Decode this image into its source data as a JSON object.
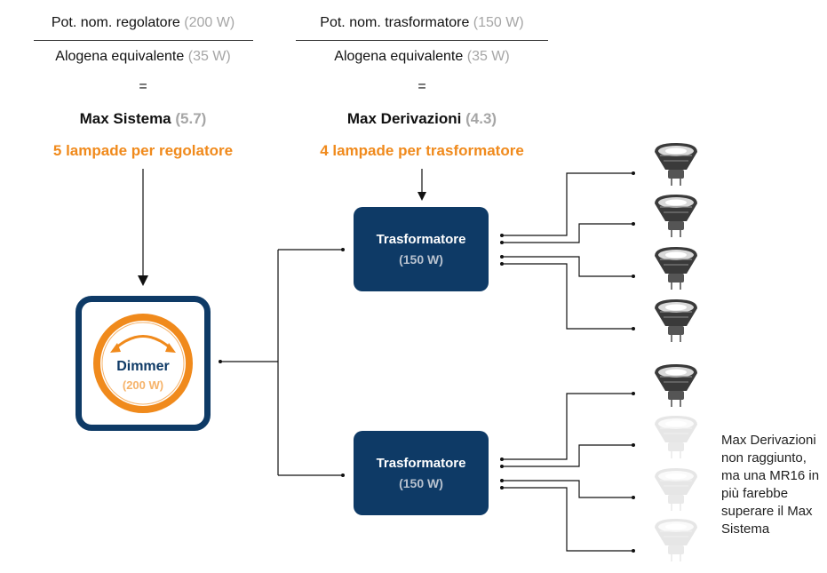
{
  "left_formula": {
    "numerator_label": "Pot. nom. regolatore",
    "numerator_value": "(200 W)",
    "denominator_label": "Alogena equivalente",
    "denominator_value": "(35 W)",
    "equals": "=",
    "result_label": "Max Sistema",
    "result_value": "(5.7)",
    "conclusion": "5 lampade per regolatore"
  },
  "right_formula": {
    "numerator_label": "Pot. nom. trasformatore",
    "numerator_value": "(150 W)",
    "denominator_label": "Alogena equivalente",
    "denominator_value": "(35 W)",
    "equals": "=",
    "result_label": "Max Derivazioni",
    "result_value": "(4.3)",
    "conclusion": "4 lampade per trasformatore"
  },
  "dimmer": {
    "label": "Dimmer",
    "power": "(200 W)"
  },
  "transformers": [
    {
      "label": "Trasformatore",
      "power": "(150 W)"
    },
    {
      "label": "Trasformatore",
      "power": "(150 W)"
    }
  ],
  "lamps": {
    "top_group": [
      "active",
      "active",
      "active",
      "active"
    ],
    "bottom_group": [
      "active",
      "faded",
      "faded",
      "faded"
    ]
  },
  "note": "Max Derivazioni non raggiunto, ma una MR16 in più farebbe superare il Max Sistema",
  "colors": {
    "navy": "#0e3a66",
    "orange": "#f08a1c",
    "gray_value": "#a6a6a6"
  }
}
